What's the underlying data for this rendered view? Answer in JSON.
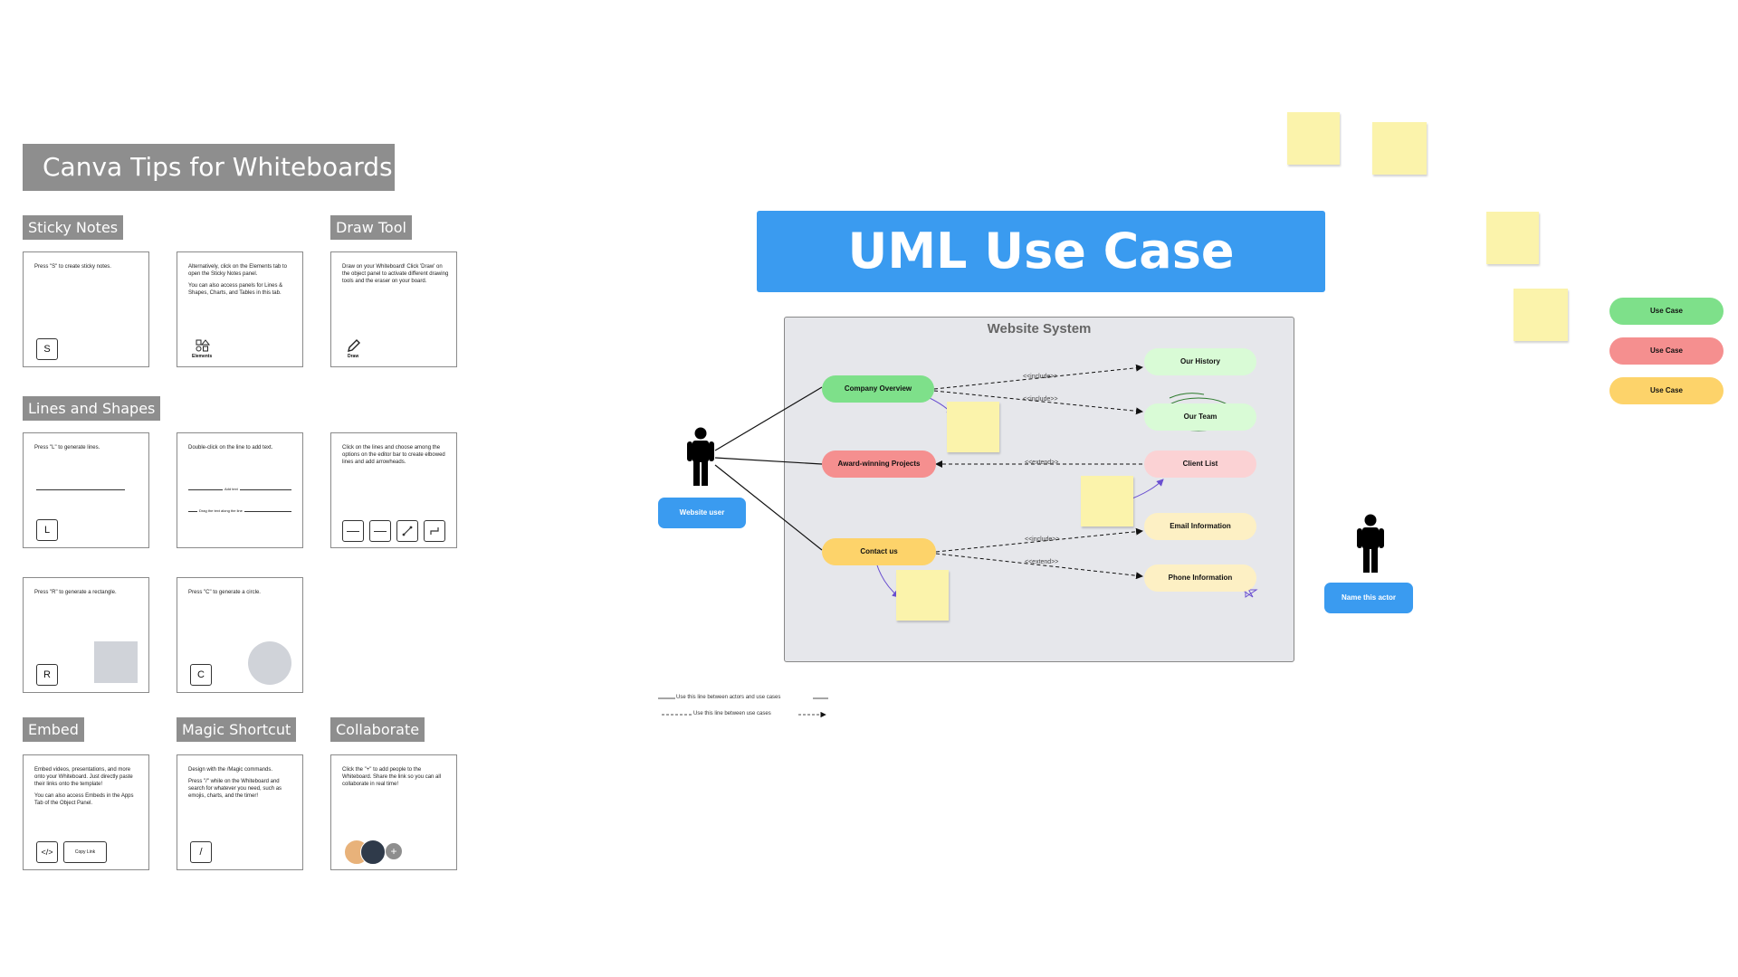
{
  "tips": {
    "title": "Canva Tips for Whiteboards",
    "sections": {
      "sticky_notes": "Sticky Notes",
      "draw_tool": "Draw Tool",
      "lines_shapes": "Lines and Shapes",
      "embed": "Embed",
      "magic_shortcut": "Magic Shortcut",
      "collaborate": "Collaborate"
    },
    "cards": {
      "sticky1": {
        "text": "Press \"S\" to create sticky notes.",
        "key": "S"
      },
      "sticky2": {
        "text1": "Alternatively, click on the Elements tab to open the Sticky Notes panel.",
        "text2": "You can also access panels for Lines & Shapes, Charts, and Tables in this tab.",
        "icon_label": "Elements"
      },
      "draw": {
        "text": "Draw on your Whiteboard! Click 'Draw' on the object panel to activate different drawing tools and the eraser on your board.",
        "icon_label": "Draw"
      },
      "lines1": {
        "text": "Press \"L\" to generate lines.",
        "key": "L"
      },
      "lines2": {
        "text": "Double-click on the line to add text.",
        "line_text1": "Add text",
        "line_text2": "Drag the text along the line"
      },
      "lines3": {
        "text": "Click on the lines and choose among the options on the editor bar to create elbowed lines and add arrowheads."
      },
      "rect": {
        "text": "Press \"R\" to generate a rectangle.",
        "key": "R"
      },
      "circle": {
        "text": "Press \"C\" to generate a circle.",
        "key": "C"
      },
      "embed": {
        "text1": "Embed videos, presentations, and more onto your Whiteboard. Just directly paste their links onto the template!",
        "text2": "You can also access Embeds in the Apps Tab of the Object Panel.",
        "key": "</>",
        "copy_link": "Copy Link"
      },
      "magic": {
        "text1": "Design with the /Magic commands.",
        "text2": "Press \"/\" while on the Whiteboard and search for whatever you need, such as emojis, charts, and the timer!",
        "key": "/"
      },
      "collab": {
        "text": "Click the \"+\" to add people to the Whiteboard. Share the link so you can all collaborate in real time!",
        "plus": "+"
      }
    }
  },
  "diagram": {
    "title": "UML Use Case Diagram",
    "system_title": "Website System",
    "actor_label": "Website user",
    "actor2_label": "Name this actor",
    "use_cases": {
      "company_overview": "Company Overview",
      "award_projects": "Award-winning Projects",
      "contact_us": "Contact us",
      "our_history": "Our History",
      "our_team": "Our Team",
      "client_list": "Client List",
      "email_info": "Email Information",
      "phone_info": "Phone Information"
    },
    "relations": {
      "include": "<<include>>",
      "extend": "<<extend>>"
    },
    "notes": {
      "actor_line": "Use this line between actors and use cases",
      "usecase_line": "Use this line between use cases"
    },
    "legend": [
      "Use Case",
      "Use Case",
      "Use Case"
    ],
    "colors": {
      "green": "#7ee08a",
      "red": "#f58f8f",
      "yellow": "#fdd36a",
      "light_green": "#d9fbd6",
      "light_red": "#fbd2d4",
      "light_yellow": "#fdf0c4",
      "blue": "#3a9bf0",
      "sticky": "#fbf3ab"
    }
  }
}
